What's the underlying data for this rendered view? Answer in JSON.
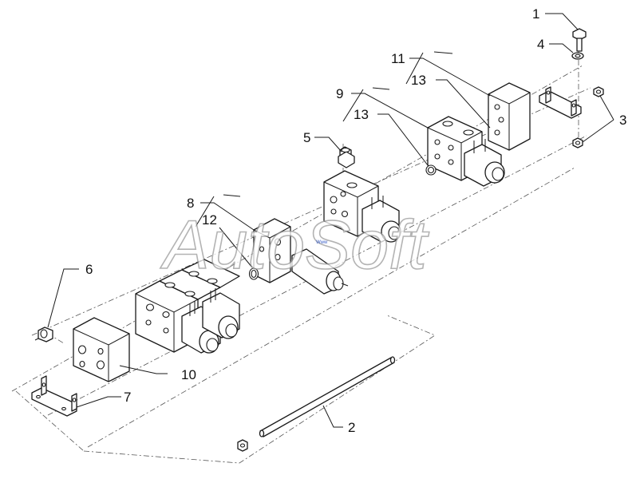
{
  "watermark": "AutoSoft",
  "watermark_small": "Www",
  "callouts": [
    {
      "id": "1",
      "label": "1"
    },
    {
      "id": "2",
      "label": "2"
    },
    {
      "id": "3",
      "label": "3"
    },
    {
      "id": "4",
      "label": "4"
    },
    {
      "id": "5",
      "label": "5"
    },
    {
      "id": "6",
      "label": "6"
    },
    {
      "id": "7",
      "label": "7"
    },
    {
      "id": "8",
      "label": "8"
    },
    {
      "id": "9",
      "label": "9"
    },
    {
      "id": "10",
      "label": "10"
    },
    {
      "id": "11",
      "label": "11"
    },
    {
      "id": "12",
      "label": "12"
    },
    {
      "id": "13a",
      "label": "13"
    },
    {
      "id": "13b",
      "label": "13"
    }
  ]
}
